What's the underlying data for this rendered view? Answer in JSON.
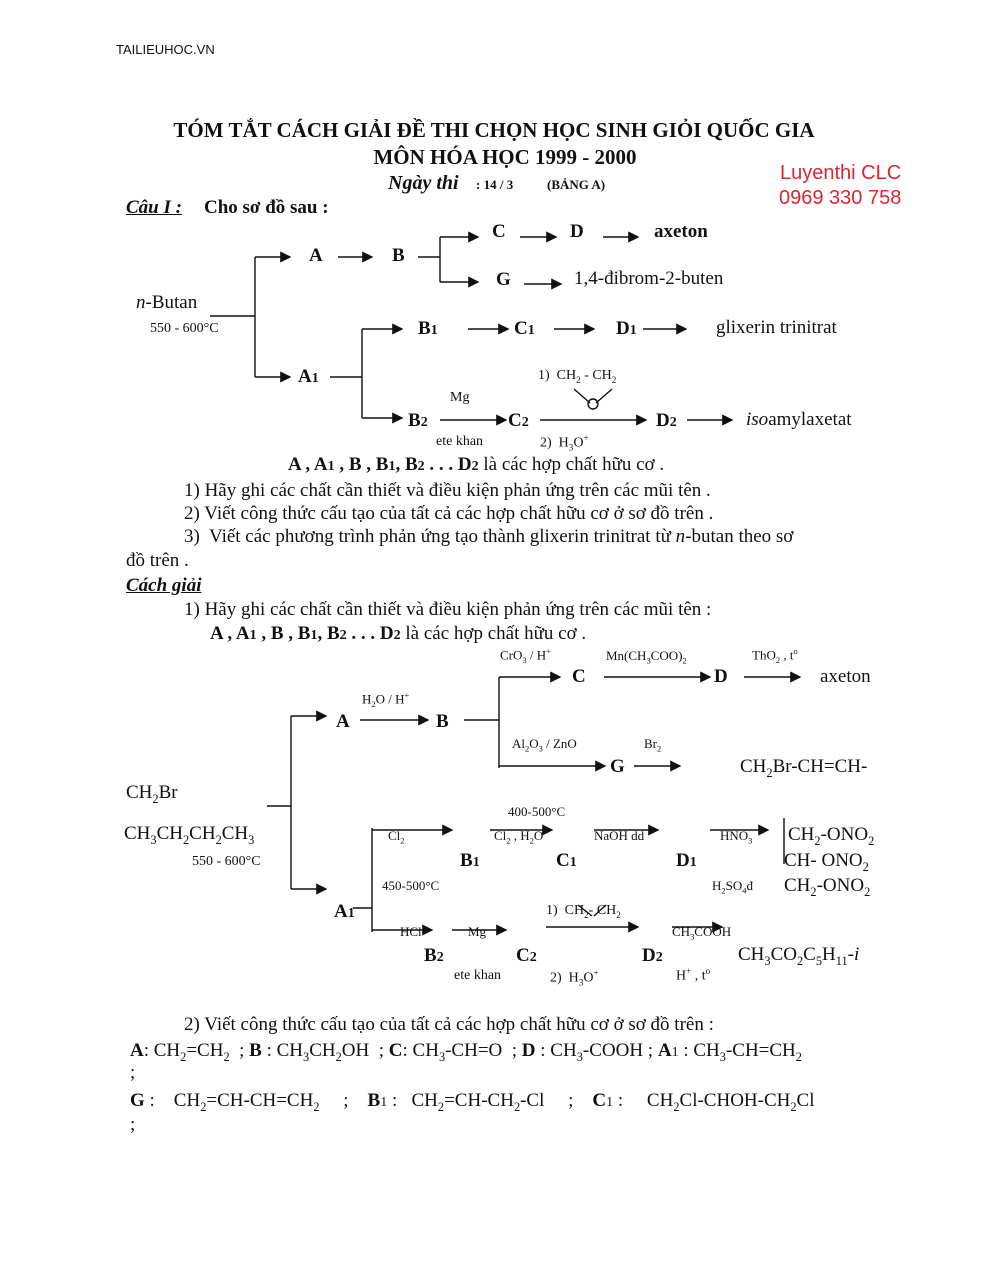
{
  "header": {
    "site": "TAILIEUHOC.VN"
  },
  "title": {
    "line1": "TÓM TẮT CÁCH GIẢI ĐỀ THI CHỌN HỌC SINH GIỎI QUỐC GIA",
    "line2": "MÔN HÓA HỌC 1999 - 2000",
    "date_label": "Ngày thi",
    "date_value": ": 14 / 3",
    "table": "(BẢNG A)"
  },
  "stamp": {
    "line1": "Luyenthi CLC",
    "line2": "0969 330 758"
  },
  "question": {
    "label": "Câu I :",
    "prompt": "Cho sơ đồ sau :",
    "scheme": {
      "start": "n-Butan",
      "start_prefix": "n",
      "start_rest": "-Butan",
      "cond": "550 - 600°C",
      "A": "A",
      "B": "B",
      "C": "C",
      "D": "D",
      "axeton": "axeton",
      "G": "G",
      "dibrom": "1,4-đibrom-2-buten",
      "A1": "A1",
      "B1": "B1",
      "C1": "C1",
      "D1": "D1",
      "glixerin": "glixerin trinitrat",
      "B2": "B2",
      "C2": "C2",
      "D2": "D2",
      "iso_prefix": "iso",
      "iso_rest": "amylaxetat",
      "mg": "Mg",
      "ete": "ete khan",
      "step1": "1)  CH2 - CH2",
      "step2": "2)  H3O+"
    },
    "note": "A , A1 , B , B1, B2 . . . D2 là các hợp chất hữu cơ .",
    "items": [
      "1)  Hãy ghi các chất cần thiết và điều kiện phản ứng trên các mũi tên .",
      "2) Viết công thức cấu tạo của tất cả các hợp chất hữu cơ ở sơ đồ trên .",
      "3)  Viết các phương trình phản ứng tạo thành glixerin trinitrat từ n-butan theo sơ"
    ],
    "item3_tail": "đồ trên ."
  },
  "solution": {
    "label": "Cách giải",
    "item1": "1)  Hãy ghi các chất cần thiết và điều kiện phản ứng trên các mũi tên :",
    "note": "A , A1 , B , B1, B2 . . . D2 là các hợp chất hữu cơ .",
    "scheme": {
      "cro3": "CrO3 / H+",
      "mnac": "Mn(CH3COO)2",
      "tho2": "ThO2 , t°",
      "C": "C",
      "D": "D",
      "axeton": "axeton",
      "h2o": "H2O / H+",
      "A": "A",
      "B": "B",
      "al2o3": "Al2O3 / ZnO",
      "br2": "Br2",
      "G": "G",
      "brchain": "CH2Br-CH=CH-",
      "ch2br": "CH2Br",
      "butane": "CH3CH2CH2CH3",
      "cond": "550 - 600°C",
      "t400": "400-500°C",
      "cl2": "Cl2",
      "cl2h2o": "Cl2 , H2O",
      "naoh": "NaOH dd",
      "hno3": "HNO3",
      "B1": "B1",
      "C1": "C1",
      "D1": "D1",
      "ono1": "CH2-ONO2",
      "ono2": "CH- ONO2",
      "ono3": "CH2-ONO2",
      "h2so4": "H2SO4đ",
      "t450": "450-500°C",
      "A1": "A1",
      "epox": "1)  CH2- CH2",
      "hcl": "HCl",
      "mg": "Mg",
      "ch3cooh": "CH3COOH",
      "B2": "B2",
      "C2": "C2",
      "D2": "D2",
      "ester": "CH3CO2C5H11-i",
      "ete": "ete khan",
      "h3o": "2)  H3O+",
      "hplus": "H+ , t°"
    },
    "item2": "2) Viết công thức cấu tạo của tất cả các hợp chất hữu cơ ở sơ đồ trên :",
    "formulas": {
      "row1": "A: CH2=CH2  ; B : CH3CH2OH  ; C: CH3-CH=O  ; D : CH3-COOH ; A1 : CH3-CH=CH2",
      "semi": ";",
      "row2": "G :    CH2=CH-CH=CH2     ;    B1 :    CH2=CH-CH2-Cl     ;    C1 :     CH2Cl-CHOH-CH2Cl"
    }
  }
}
